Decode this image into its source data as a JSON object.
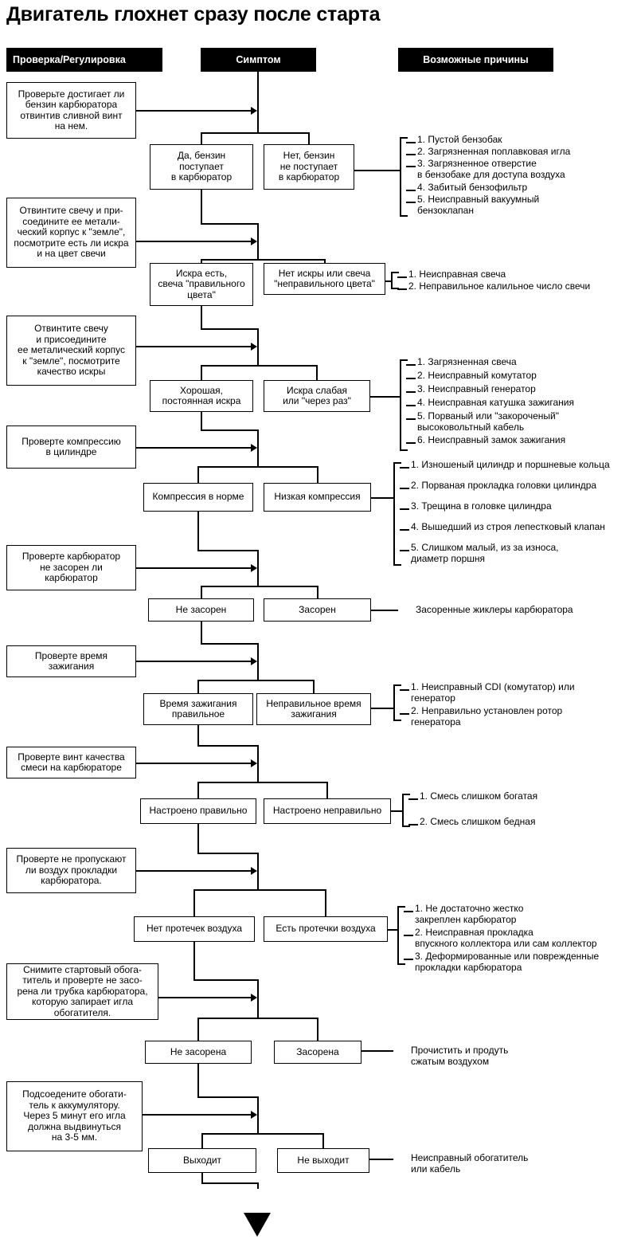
{
  "title": "Двигатель глохнет сразу после старта",
  "headers": {
    "check": "Проверка/Регулировка",
    "symptom": "Симптом",
    "causes": "Возможные причины"
  },
  "rows": [
    {
      "check": "Проверьте достигает ли\nбензин карбюратора\nотвинтив сливной винт\nна нем.",
      "yes": "Да, бензин\nпоступает\nв карбюратор",
      "no": "Нет, бензин\nне поступает\nв карбюратор",
      "causes": [
        "1. Пустой бензобак",
        "2. Загрязненная поплавковая игла",
        "3. Загрязненное отверстие\n    в бензобаке для доступа воздуха",
        "4. Забитый бензофильтр",
        "5. Неисправный вакуумный\n    бензоклапан"
      ]
    },
    {
      "check": "Отвинтите свечу и при-\nсоедините ее метали-\nческий корпус к \"земле\",\nпосмотрите есть ли искра\nи на цвет свечи",
      "yes": "Искра есть,\nсвеча \"правильного\nцвета\"",
      "no": "Нет искры или свеча\n\"неправильного цвета\"",
      "causes": [
        "1. Неисправная свеча",
        "2. Неправильное калильное число свечи"
      ]
    },
    {
      "check": "Отвинтите свечу\nи присоедините\nее металический корпус\nк \"земле\", посмотрите\nкачество искры",
      "yes": "Хорошая,\nпостоянная искра",
      "no": "Искра слабая\nили \"через раз\"",
      "causes": [
        "1. Загрязненная свеча",
        "2. Неисправный комутатор",
        "3. Неисправный генератор",
        "4. Неисправная катушка зажигания",
        "5. Порваный или \"закороченый\"\n    высоковольтный кабель",
        "6. Неисправный замок зажигания"
      ]
    },
    {
      "check": "Проверте компрессию\nв цилиндре",
      "yes": "Компрессия в норме",
      "no": "Низкая компрессия",
      "causes": [
        "1. Изношеный цилиндр и поршневые кольца",
        "2. Порваная прокладка головки цилиндра",
        "3. Трещина в головке цилиндра",
        "4. Вышедший из строя лепестковый клапан",
        "5. Слишком малый, из за износа,\n    диаметр поршня"
      ]
    },
    {
      "check": "Проверте карбюратор\nне засорен ли\nкарбюратор",
      "yes": "Не засорен",
      "no": "Засорен",
      "causes": [
        "Засоренные жиклеры карбюратора"
      ]
    },
    {
      "check": "Проверте время\nзажигания",
      "yes": "Время зажигания\nправильное",
      "no": "Неправильное время\nзажигания",
      "causes": [
        "1. Неисправный CDI (комутатор) или\n    генератор",
        "2. Неправильно установлен ротор\n    генератора"
      ]
    },
    {
      "check": "Проверте винт качества\nсмеси на карбюраторе",
      "yes": "Настроено правильно",
      "no": "Настроено неправильно",
      "causes": [
        "1. Смесь слишком богатая",
        "2. Смесь слишком бедная"
      ]
    },
    {
      "check": "Проверте не пропускают\nли воздух прокладки\nкарбюратора.",
      "yes": "Нет протечек воздуха",
      "no": "Есть протечки воздуха",
      "causes": [
        "1. Не достаточно жестко\n    закреплен карбюратор",
        "2. Неисправная прокладка\n    впускного коллектора или сам коллектор",
        "3. Деформированные или поврежденные\n    прокладки карбюратора"
      ]
    },
    {
      "check": "Снимите стартовый обога-\nтитель и проверте не засо-\nрена ли трубка карбюратора,\nкоторую запирает игла\nобогатителя.",
      "yes": "Не засорена",
      "no": "Засорена",
      "causes": [
        "Прочистить и продуть\nсжатым воздухом"
      ]
    },
    {
      "check": "Подсоеденитe обогати-\nтель к аккумулятору.\nЧерез 5 минут его игла\nдолжна выдвинуться\nна 3-5 мм.",
      "yes": "Выходит",
      "no": "Не выходит",
      "causes": [
        "Неисправный обогатитель\nили кабель"
      ]
    }
  ],
  "colors": {
    "header_bg": "#000000",
    "header_text": "#ffffff",
    "line": "#000000",
    "background": "#ffffff"
  }
}
